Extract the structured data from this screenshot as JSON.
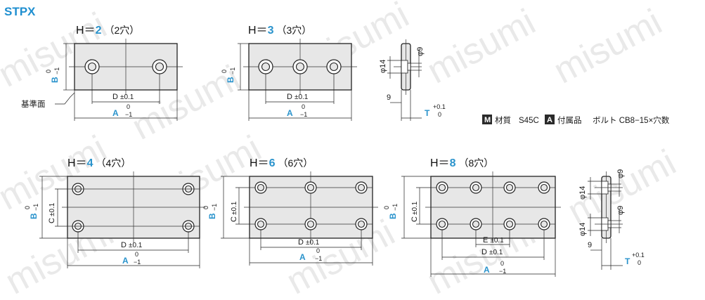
{
  "title": "STPX",
  "watermark": "misumi",
  "views": [
    {
      "h_prefix": "H＝",
      "h_value": "2",
      "h_suffix": "（2穴）"
    },
    {
      "h_prefix": "H＝",
      "h_value": "3",
      "h_suffix": "（3穴）"
    },
    {
      "h_prefix": "H＝",
      "h_value": "4",
      "h_suffix": "（4穴）"
    },
    {
      "h_prefix": "H＝",
      "h_value": "6",
      "h_suffix": "（6穴）"
    },
    {
      "h_prefix": "H＝",
      "h_value": "8",
      "h_suffix": "（8穴）"
    }
  ],
  "dims": {
    "A": "A",
    "B": "B",
    "C": "C",
    "D": "D",
    "E": "E",
    "T": "T",
    "tol_plus": "±0.1",
    "tol_zero": "0",
    "tol_minus": "−1",
    "tol_t_plus": "+0.1",
    "tol_t_zero": "0",
    "ref_surface": "基準面",
    "dia9": "φ9",
    "dia14": "φ14",
    "nine": "9"
  },
  "notes": {
    "material_badge": "M",
    "material_label": "材質",
    "material_value": "S45C",
    "accessory_badge": "A",
    "accessory_label": "付属品",
    "accessory_value": "ボルト CB8−15×穴数"
  }
}
